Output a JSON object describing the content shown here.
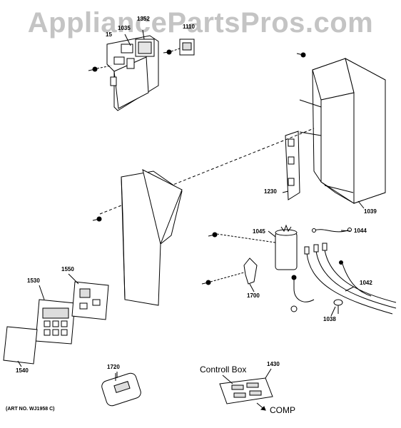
{
  "watermark": "AppliancePartsPros.com",
  "art_number": "(ART NO. WJ1958 C)",
  "parts": {
    "p1352": "1352",
    "p1035": "1035",
    "p15": "15",
    "p1110": "1110",
    "p1230": "1230",
    "p1039": "1039",
    "p1045": "1045",
    "p1044": "1044",
    "p1042": "1042",
    "p1038": "1038",
    "p1700": "1700",
    "p1530": "1530",
    "p1550": "1550",
    "p1540": "1540",
    "p1720": "1720",
    "p1430": "1430"
  },
  "callouts": {
    "control_box": "Controll Box",
    "comp": "COMP"
  }
}
